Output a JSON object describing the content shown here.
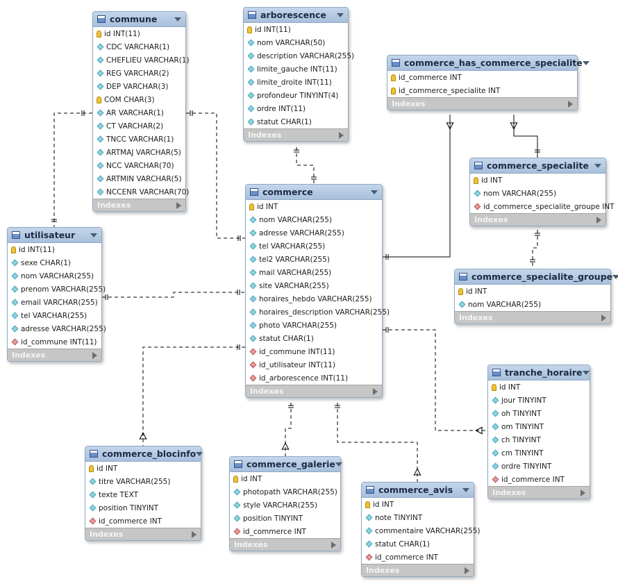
{
  "indexes_label": "Indexes",
  "tables": [
    {
      "name": "commune",
      "columns": [
        {
          "icon": "key",
          "text": "id INT(11)"
        },
        {
          "icon": "col",
          "text": "CDC VARCHAR(1)"
        },
        {
          "icon": "col",
          "text": "CHEFLIEU VARCHAR(1)"
        },
        {
          "icon": "col",
          "text": "REG VARCHAR(2)"
        },
        {
          "icon": "col",
          "text": "DEP VARCHAR(3)"
        },
        {
          "icon": "key",
          "text": "COM CHAR(3)"
        },
        {
          "icon": "col",
          "text": "AR VARCHAR(1)"
        },
        {
          "icon": "col",
          "text": "CT VARCHAR(2)"
        },
        {
          "icon": "col",
          "text": "TNCC VARCHAR(1)"
        },
        {
          "icon": "col",
          "text": "ARTMAJ VARCHAR(5)"
        },
        {
          "icon": "col",
          "text": "NCC VARCHAR(70)"
        },
        {
          "icon": "col",
          "text": "ARTMIN VARCHAR(5)"
        },
        {
          "icon": "col",
          "text": "NCCENR VARCHAR(70)"
        }
      ]
    },
    {
      "name": "arborescence",
      "columns": [
        {
          "icon": "key",
          "text": "id INT(11)"
        },
        {
          "icon": "col",
          "text": "nom VARCHAR(50)"
        },
        {
          "icon": "col",
          "text": "description VARCHAR(255)"
        },
        {
          "icon": "col",
          "text": "limite_gauche INT(11)"
        },
        {
          "icon": "col",
          "text": "limite_droite INT(11)"
        },
        {
          "icon": "col",
          "text": "profondeur TINYINT(4)"
        },
        {
          "icon": "col",
          "text": "ordre INT(11)"
        },
        {
          "icon": "col",
          "text": "statut CHAR(1)"
        }
      ]
    },
    {
      "name": "commerce_has_commerce_specialite",
      "columns": [
        {
          "icon": "key",
          "text": "id_commerce INT"
        },
        {
          "icon": "key",
          "text": "id_commerce_specialite INT"
        }
      ]
    },
    {
      "name": "commerce_specialite",
      "columns": [
        {
          "icon": "key",
          "text": "id INT"
        },
        {
          "icon": "col",
          "text": "nom VARCHAR(255)"
        },
        {
          "icon": "fk",
          "text": "id_commerce_specialite_groupe INT"
        }
      ]
    },
    {
      "name": "commerce",
      "columns": [
        {
          "icon": "key",
          "text": "id INT"
        },
        {
          "icon": "col",
          "text": "nom VARCHAR(255)"
        },
        {
          "icon": "col",
          "text": "adresse VARCHAR(255)"
        },
        {
          "icon": "col",
          "text": "tel VARCHAR(255)"
        },
        {
          "icon": "col",
          "text": "tel2 VARCHAR(255)"
        },
        {
          "icon": "col",
          "text": "mail VARCHAR(255)"
        },
        {
          "icon": "col",
          "text": "site VARCHAR(255)"
        },
        {
          "icon": "col",
          "text": "horaires_hebdo VARCHAR(255)"
        },
        {
          "icon": "col",
          "text": "horaires_description VARCHAR(255)"
        },
        {
          "icon": "col",
          "text": "photo VARCHAR(255)"
        },
        {
          "icon": "col",
          "text": "statut CHAR(1)"
        },
        {
          "icon": "fk",
          "text": "id_commune INT(11)"
        },
        {
          "icon": "fk",
          "text": "id_utilisateur INT(11)"
        },
        {
          "icon": "fk",
          "text": "id_arborescence INT(11)"
        }
      ]
    },
    {
      "name": "utilisateur",
      "columns": [
        {
          "icon": "key",
          "text": "id INT(11)"
        },
        {
          "icon": "col",
          "text": "sexe CHAR(1)"
        },
        {
          "icon": "col",
          "text": "nom VARCHAR(255)"
        },
        {
          "icon": "col",
          "text": "prenom VARCHAR(255)"
        },
        {
          "icon": "col",
          "text": "email VARCHAR(255)"
        },
        {
          "icon": "col",
          "text": "tel VARCHAR(255)"
        },
        {
          "icon": "col",
          "text": "adresse VARCHAR(255)"
        },
        {
          "icon": "fk",
          "text": "id_commune INT(11)"
        }
      ]
    },
    {
      "name": "commerce_specialite_groupe",
      "columns": [
        {
          "icon": "key",
          "text": "id INT"
        },
        {
          "icon": "col",
          "text": "nom VARCHAR(255)"
        }
      ]
    },
    {
      "name": "tranche_horaire",
      "columns": [
        {
          "icon": "key",
          "text": "id INT"
        },
        {
          "icon": "col",
          "text": "jour TINYINT"
        },
        {
          "icon": "col",
          "text": "oh TINYINT"
        },
        {
          "icon": "col",
          "text": "om TINYINT"
        },
        {
          "icon": "col",
          "text": "ch TINYINT"
        },
        {
          "icon": "col",
          "text": "cm TINYINT"
        },
        {
          "icon": "col",
          "text": "ordre TINYINT"
        },
        {
          "icon": "fk",
          "text": "id_commerce INT"
        }
      ]
    },
    {
      "name": "commerce_blocinfo",
      "columns": [
        {
          "icon": "key",
          "text": "id INT"
        },
        {
          "icon": "col",
          "text": "titre VARCHAR(255)"
        },
        {
          "icon": "col",
          "text": "texte TEXT"
        },
        {
          "icon": "col",
          "text": "position TINYINT"
        },
        {
          "icon": "fk",
          "text": "id_commerce INT"
        }
      ]
    },
    {
      "name": "commerce_galerie",
      "columns": [
        {
          "icon": "key",
          "text": "id INT"
        },
        {
          "icon": "col",
          "text": "photopath VARCHAR(255)"
        },
        {
          "icon": "col",
          "text": "style VARCHAR(255)"
        },
        {
          "icon": "col",
          "text": "position TINYINT"
        },
        {
          "icon": "fk",
          "text": "id_commerce INT"
        }
      ]
    },
    {
      "name": "commerce_avis",
      "columns": [
        {
          "icon": "key",
          "text": "id INT"
        },
        {
          "icon": "col",
          "text": "note TINYINT"
        },
        {
          "icon": "col",
          "text": "commentaire VARCHAR(255)"
        },
        {
          "icon": "col",
          "text": "statut CHAR(1)"
        },
        {
          "icon": "fk",
          "text": "id_commerce INT"
        }
      ]
    }
  ]
}
